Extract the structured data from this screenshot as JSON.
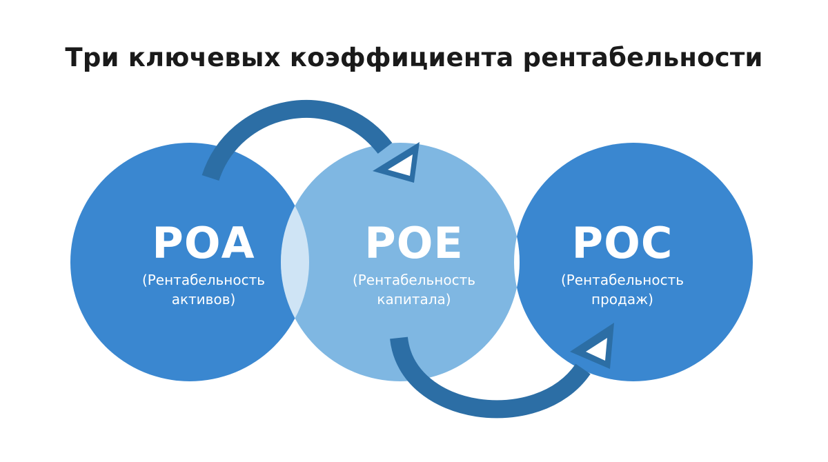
{
  "title": "Три ключевых коэффициента рентабельности",
  "colors": {
    "left_circle": "#3a87d0",
    "middle_circle": "#7fb7e2",
    "right_circle": "#3a87d0",
    "overlap_left": "#cfe4f5",
    "overlap_right": "#ffffff",
    "arrow": "#2c6ea5",
    "text": "#ffffff",
    "title": "#1a1a1a"
  },
  "circles": [
    {
      "abbr": "РОА",
      "desc_line1": "(Рентабельность",
      "desc_line2": "активов)"
    },
    {
      "abbr": "РОЕ",
      "desc_line1": "(Рентабельность",
      "desc_line2": "капитала)"
    },
    {
      "abbr": "РОС",
      "desc_line1": "(Рентабельность",
      "desc_line2": "продаж)"
    }
  ]
}
